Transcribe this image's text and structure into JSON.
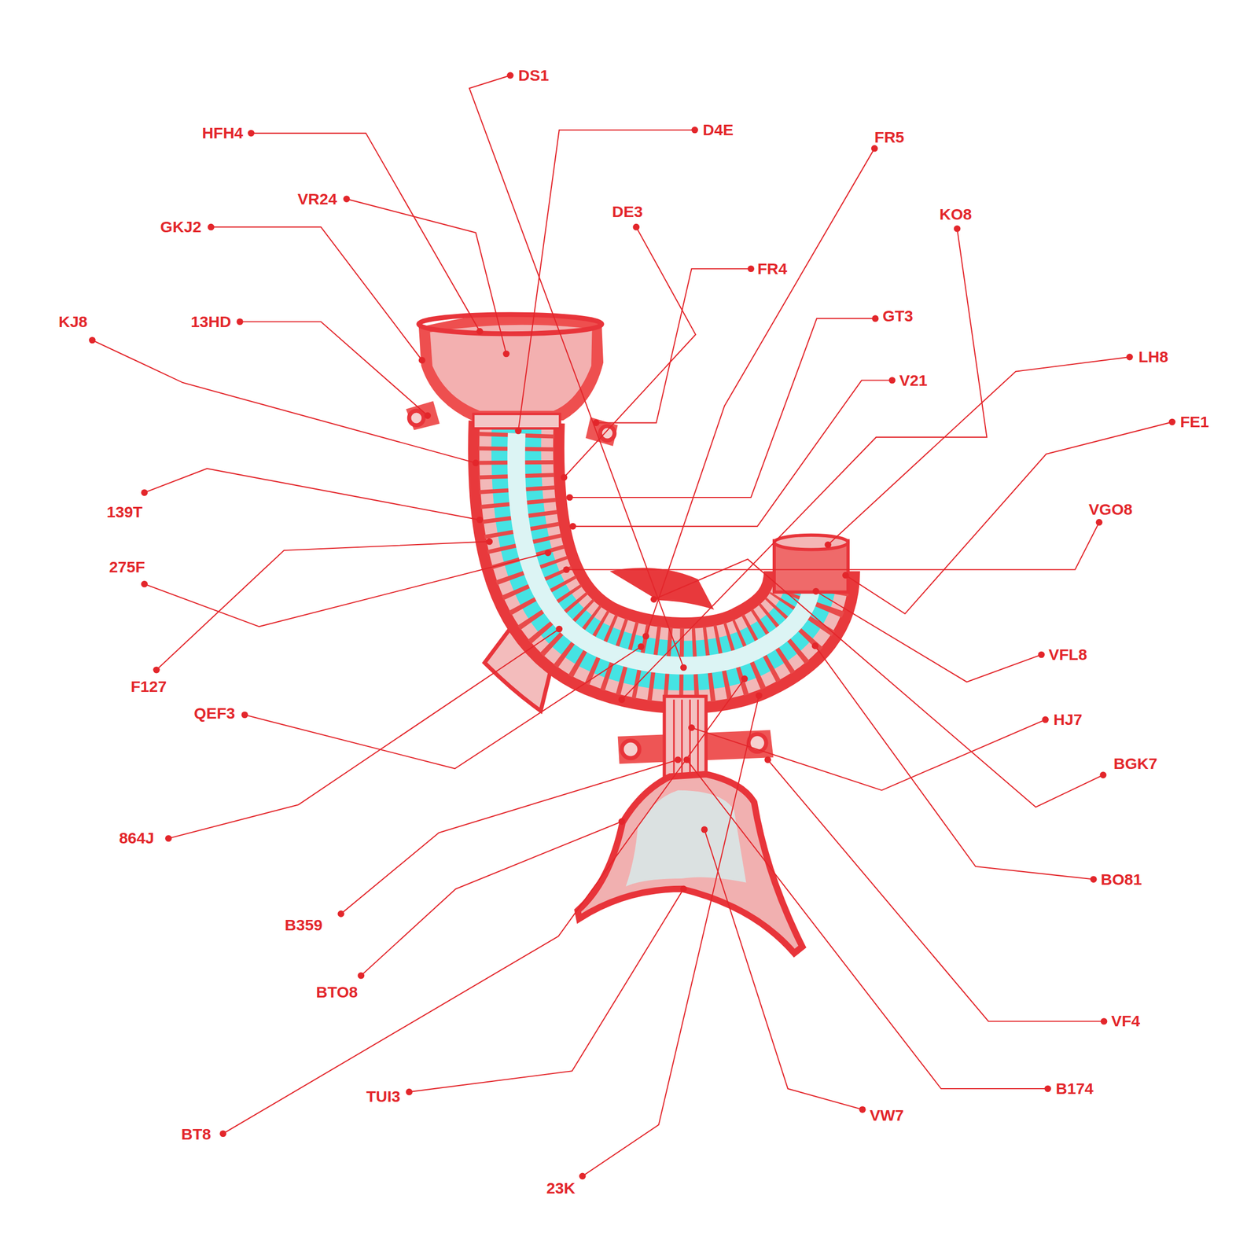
{
  "diagram": {
    "labels": [
      "DS1",
      "D4E",
      "HFH4",
      "FR5",
      "VR24",
      "DE3",
      "KO8",
      "GKJ2",
      "FR4",
      "GT3",
      "KJ8",
      "13HD",
      "LH8",
      "V21",
      "FE1",
      "VGO8",
      "139T",
      "275F",
      "VFL8",
      "F127",
      "QEF3",
      "HJ7",
      "BGK7",
      "864J",
      "BO81",
      "B359",
      "BTO8",
      "VF4",
      "B174",
      "TUI3",
      "VW7",
      "BT8",
      "23K"
    ]
  }
}
